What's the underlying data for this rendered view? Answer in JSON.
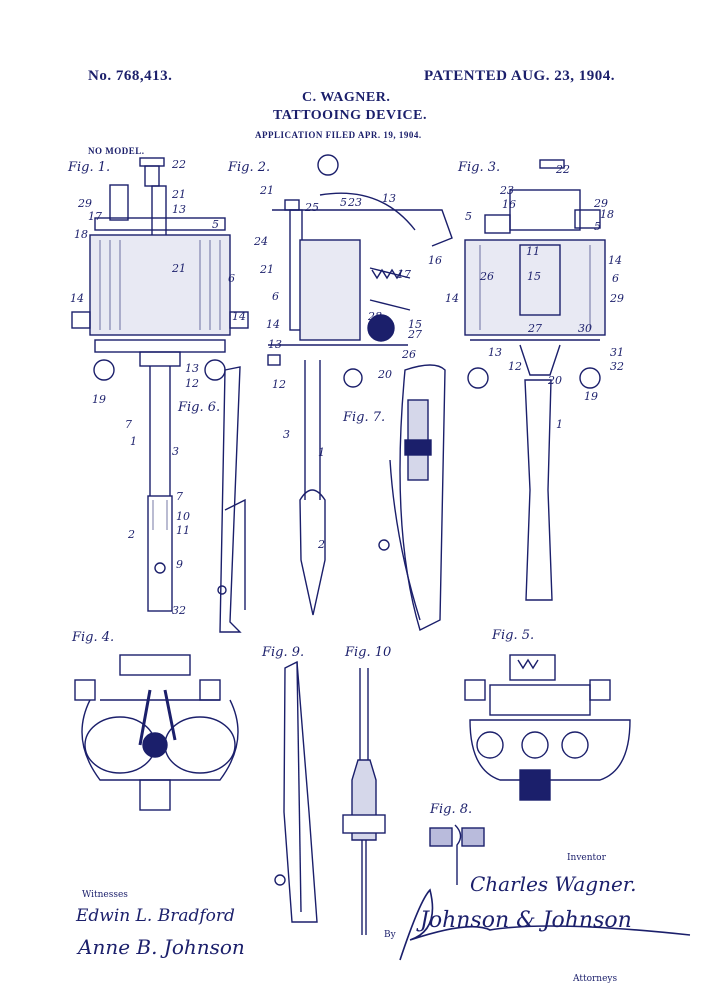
{
  "header": {
    "patent_number": "No. 768,413.",
    "patent_date": "PATENTED AUG. 23, 1904.",
    "inventor_name": "C. WAGNER.",
    "title": "TATTOOING DEVICE.",
    "filed": "APPLICATION FILED APR. 19, 1904.",
    "model_note": "NO MODEL."
  },
  "figures": [
    "Fig. 1.",
    "Fig. 2.",
    "Fig. 3.",
    "Fig. 4.",
    "Fig. 5.",
    "Fig. 6.",
    "Fig. 7.",
    "Fig. 8.",
    "Fig. 9.",
    "Fig. 10"
  ],
  "reference_numerals": {
    "fig1": [
      "22",
      "21",
      "29",
      "13",
      "17",
      "5",
      "18",
      "21",
      "6",
      "14",
      "14",
      "13",
      "12",
      "19",
      "7",
      "1",
      "3",
      "7",
      "10",
      "11",
      "2",
      "9",
      "32"
    ],
    "fig2": [
      "21",
      "25",
      "5",
      "23",
      "13",
      "24",
      "21",
      "17",
      "16",
      "6",
      "14",
      "28",
      "15",
      "27",
      "13",
      "26",
      "12",
      "20",
      "3",
      "1",
      "2"
    ],
    "fig3": [
      "22",
      "23",
      "16",
      "29",
      "18",
      "5",
      "5",
      "11",
      "14",
      "26",
      "15",
      "6",
      "14",
      "29",
      "27",
      "30",
      "13",
      "12",
      "20",
      "31",
      "32",
      "19",
      "1"
    ]
  },
  "signatures": {
    "witnesses_label": "Witnesses",
    "witness_1": "Edwin L. Bradford",
    "witness_2": "Anne B. Johnson",
    "inventor_label": "Inventor",
    "inventor_signature": "Charles Wagner.",
    "by_label": "By",
    "attorney_signature": "Johnson & Johnson",
    "attorneys_label": "Attorneys"
  },
  "colors": {
    "ink": "#1b1f6b",
    "paper": "#ffffff"
  }
}
